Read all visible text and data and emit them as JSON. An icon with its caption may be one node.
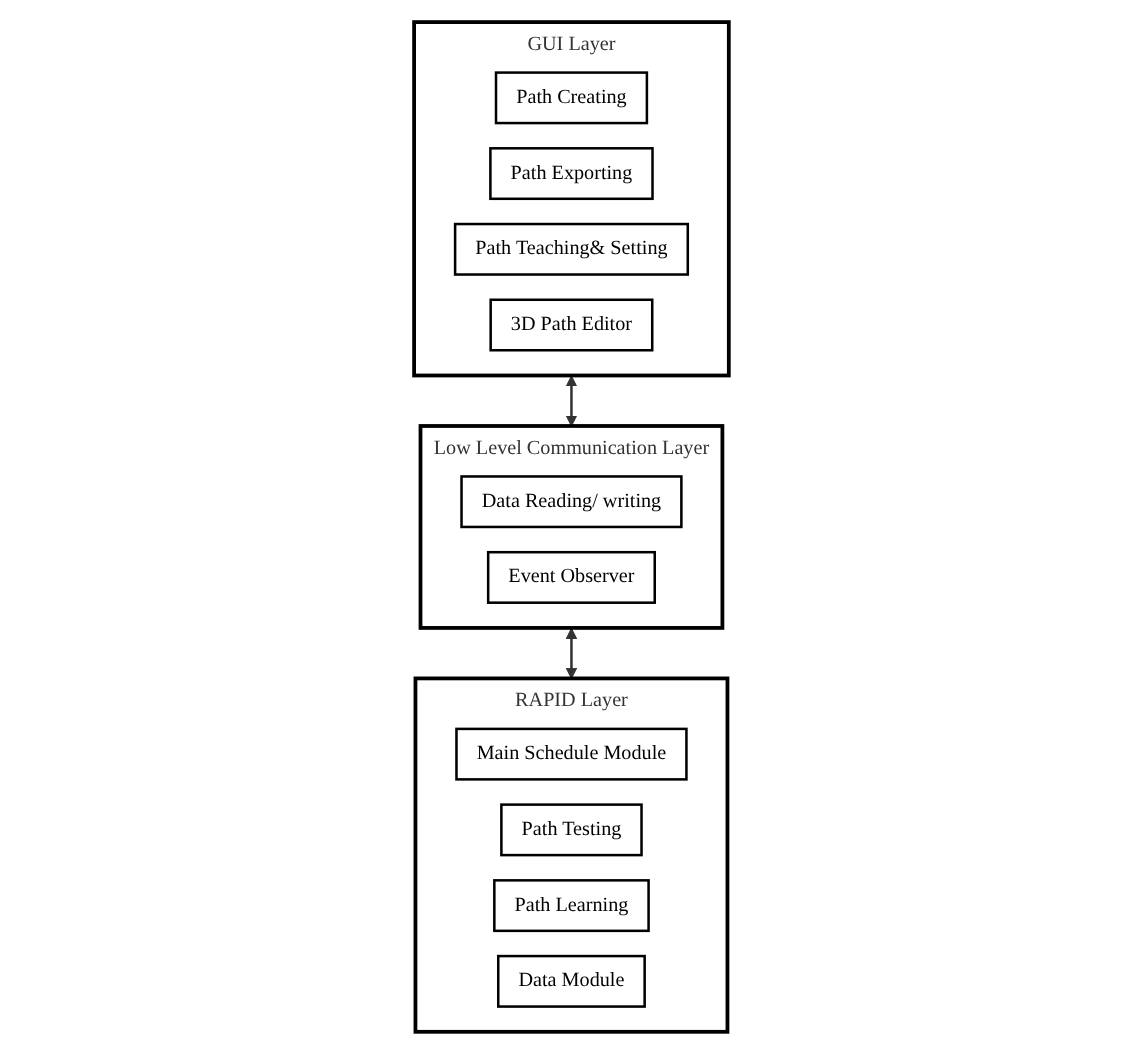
{
  "diagram": {
    "nodes": [
      {
        "text": [
          "GUI Layer"
        ]
      },
      {
        "text": [
          "Path Creating"
        ],
        "in": 0
      },
      {
        "text": [
          "Path Exporting"
        ],
        "in": 0
      },
      {
        "text": [
          "Path Teaching& Setting"
        ],
        "in": 0
      },
      {
        "text": [
          "3D Path Editor"
        ],
        "in": 0
      },
      {
        "text": [
          "Low Level Communication Layer"
        ]
      },
      {
        "text": [
          "Data Reading/ writing"
        ],
        "in": 5
      },
      {
        "text": [
          "Event Observer"
        ],
        "in": 5
      },
      {
        "text": [
          "RAPID Layer"
        ]
      },
      {
        "text": [
          "Main Schedule Module"
        ],
        "in": 8
      },
      {
        "text": [
          "Path Testing"
        ],
        "in": 8
      },
      {
        "text": [
          "Path Learning"
        ],
        "in": 8
      },
      {
        "text": [
          "Data Module"
        ],
        "in": 8
      }
    ],
    "edges": [
      {
        "from": 0,
        "to": 5,
        "arrow": "both"
      },
      {
        "from": 5,
        "to": 8,
        "arrow": "both"
      }
    ]
  }
}
